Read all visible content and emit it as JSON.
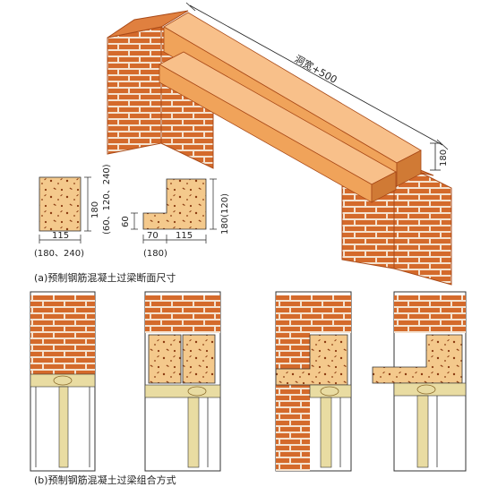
{
  "colors": {
    "brick": "#d46a2b",
    "brick_dark": "#a94a18",
    "mortar": "#f4e2cf",
    "beam": "#f0a35a",
    "beam_light": "#f8c08a",
    "beam_dark": "#d07a35",
    "concrete": "#f4c98c",
    "concrete_speck": "#8a3a10",
    "wood": "#e9dca2",
    "frame_line": "#333333"
  },
  "top_figure": {
    "span_label": "洞宽+500",
    "height_label": "180"
  },
  "section_rect": {
    "width_label": "115",
    "width_alt_label": "(180、240)",
    "height_label": "180",
    "height_alt_label": "(60、120、240)"
  },
  "section_l": {
    "lip_height_label": "60",
    "height_label": "180(120)",
    "lip_width_label": "70",
    "body_width_label": "115",
    "total_alt_label": "(180)"
  },
  "caption_a": "(a)预制钢筋混凝土过梁断面尺寸",
  "caption_b": "(b)预制钢筋混凝土过梁组合方式"
}
